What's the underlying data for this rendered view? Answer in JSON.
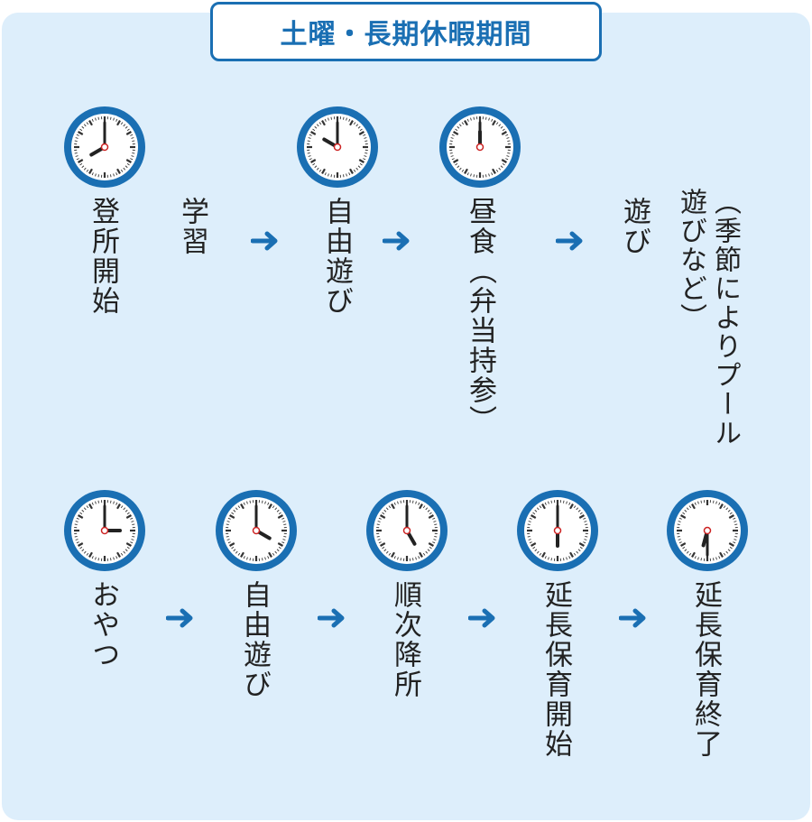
{
  "title": "土曜・長期休暇期間",
  "colors": {
    "accent": "#1a6fb3",
    "panel": "#ddeefb",
    "clock_hand": "#222222",
    "clock_center": "#cc2222"
  },
  "schedule": {
    "row1": [
      {
        "label": "登所開始",
        "clock_icon": "clock-icon",
        "time": "8:00"
      },
      {
        "label": "学習"
      },
      {
        "label": "自由遊び",
        "clock_icon": "clock-icon",
        "time": "10:00"
      },
      {
        "label": "昼食（弁当持参）",
        "clock_icon": "clock-icon",
        "time": "12:00"
      },
      {
        "label": "遊び"
      },
      {
        "label": "（季節によりプール遊びなど）"
      }
    ],
    "row2": [
      {
        "label": "おやつ",
        "clock_icon": "clock-icon",
        "time": "15:00"
      },
      {
        "label": "自由遊び",
        "clock_icon": "clock-icon",
        "time": "16:00"
      },
      {
        "label": "順次降所",
        "clock_icon": "clock-icon",
        "time": "17:00"
      },
      {
        "label": "延長保育開始",
        "clock_icon": "clock-icon",
        "time": "18:00"
      },
      {
        "label": "延長保育終了",
        "clock_icon": "clock-icon",
        "time": "18:30"
      }
    ]
  },
  "icons": {
    "arrow": "arrow-right-icon",
    "clock": "clock-icon"
  }
}
